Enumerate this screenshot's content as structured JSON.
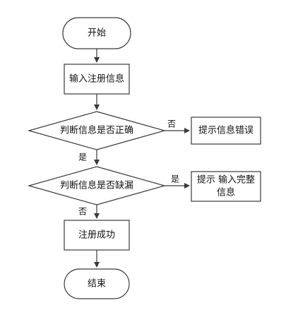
{
  "nodes": {
    "start": "开始",
    "input_info": "输入注册信息",
    "check_correct": "判断信息是否正确",
    "error_tip": "提示信息错误",
    "check_missing": "判断信息是否缺漏",
    "complete_tip_line1": "提示 输入完整",
    "complete_tip_line2": "信息",
    "register_success": "注册成功",
    "end": "结束"
  },
  "edges": {
    "correct_no": "否",
    "correct_yes": "是",
    "missing_yes": "是",
    "missing_no": "否"
  },
  "colors": {
    "line": "#3a3a3a",
    "fill": "#ffffff",
    "text": "#111111"
  }
}
